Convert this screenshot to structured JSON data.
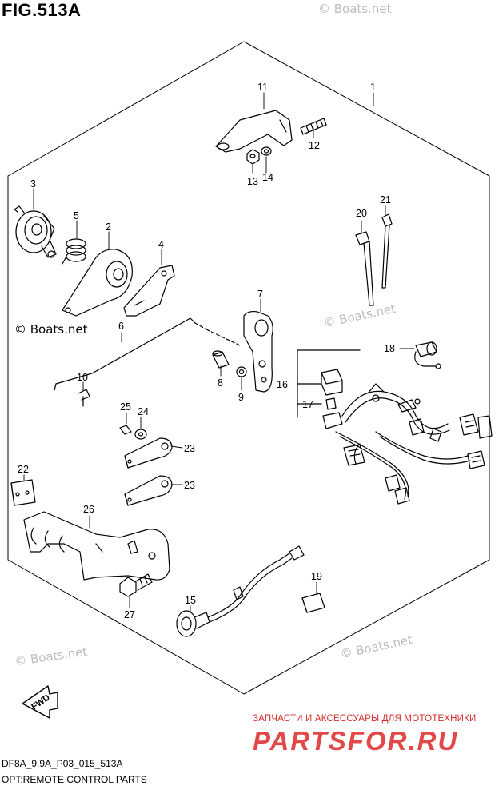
{
  "figure": {
    "title": "FIG.513A",
    "code": "DF8A_9.9A_P03_015_513A",
    "caption": "OPT:REMOTE CONTROL PARTS"
  },
  "watermark": "© Boats.net",
  "promo": {
    "line": "ЗАПЧАСТИ И АКСЕССУАРЫ ДЛЯ МОТОТЕХНИКИ",
    "logo": "PARTSFOR.RU",
    "color": "#e34848"
  },
  "fwd_label": "FWD",
  "callouts": [
    "1",
    "2",
    "3",
    "4",
    "5",
    "6",
    "7",
    "8",
    "9",
    "10",
    "11",
    "12",
    "13",
    "14",
    "15",
    "16",
    "17",
    "18",
    "19",
    "20",
    "21",
    "22",
    "23",
    "23",
    "24",
    "25",
    "26",
    "27"
  ],
  "colors": {
    "line": "#000000",
    "watermark": "#bdbdbd",
    "background": "#ffffff"
  }
}
